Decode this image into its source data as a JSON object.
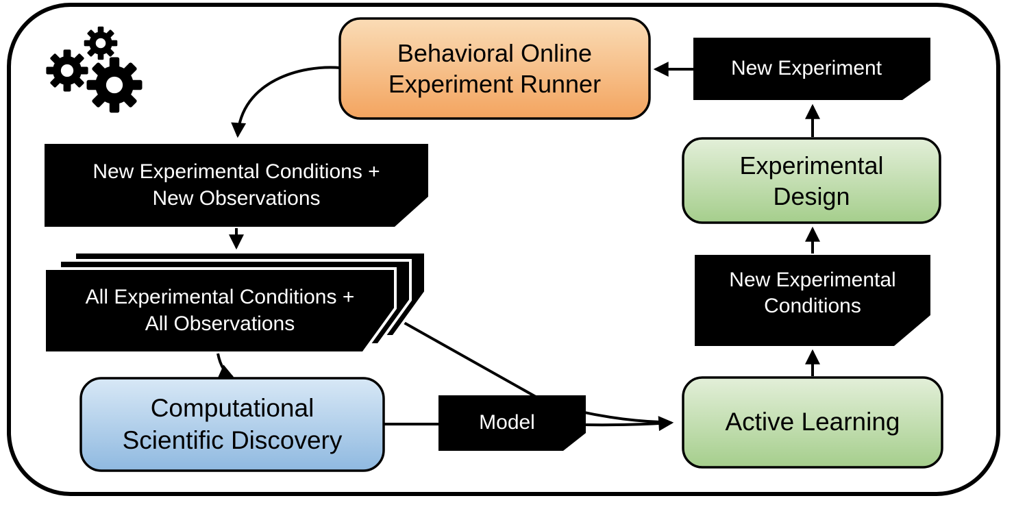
{
  "diagram": {
    "title_hint": "closed-loop automated behavioral research workflow",
    "runner": {
      "line1": "Behavioral Online",
      "line2": "Experiment Runner"
    },
    "new_experiment": {
      "label": "New Experiment"
    },
    "new_conditions_observations": {
      "line1": "New Experimental Conditions +",
      "line2": "New Observations"
    },
    "all_conditions_observations": {
      "line1": "All Experimental Conditions +",
      "line2": "All Observations"
    },
    "discovery": {
      "line1": "Computational",
      "line2": "Scientific Discovery"
    },
    "model": {
      "label": "Model"
    },
    "active_learning": {
      "label": "Active Learning"
    },
    "new_experimental_conditions": {
      "line1": "New Experimental",
      "line2": "Conditions"
    },
    "experimental_design": {
      "line1": "Experimental",
      "line2": "Design"
    }
  },
  "colors": {
    "orange_top": "#FADCB6",
    "orange_bottom": "#F3A45F",
    "blue_top": "#D8E8F6",
    "blue_bottom": "#8FB9E0",
    "green_top": "#E3EFD9",
    "green_bottom": "#A5CE8C",
    "banner_fill": "#000000",
    "banner_text": "#FFFFFF",
    "line_color": "#000000",
    "background": "#FFFFFF"
  },
  "icons": {
    "gears": "three black gears"
  }
}
